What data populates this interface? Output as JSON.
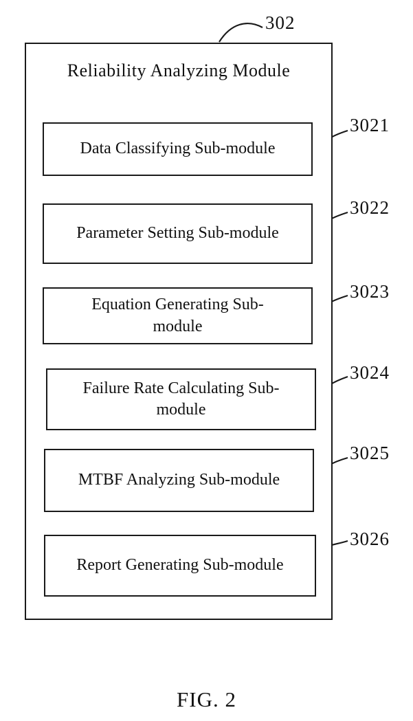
{
  "figure": {
    "caption": "FIG. 2",
    "colors": {
      "ink": "#111111",
      "background": "#ffffff"
    },
    "module": {
      "ref": "302",
      "title": "Reliability Analyzing Module",
      "submodules": [
        {
          "ref": "3021",
          "label": "Data Classifying Sub-module"
        },
        {
          "ref": "3022",
          "label": "Parameter Setting Sub-module"
        },
        {
          "ref": "3023",
          "label": "Equation Generating Sub-module"
        },
        {
          "ref": "3024",
          "label": "Failure Rate Calculating Sub-module"
        },
        {
          "ref": "3025",
          "label": "MTBF Analyzing Sub-module"
        },
        {
          "ref": "3026",
          "label": "Report Generating Sub-module"
        }
      ]
    }
  }
}
